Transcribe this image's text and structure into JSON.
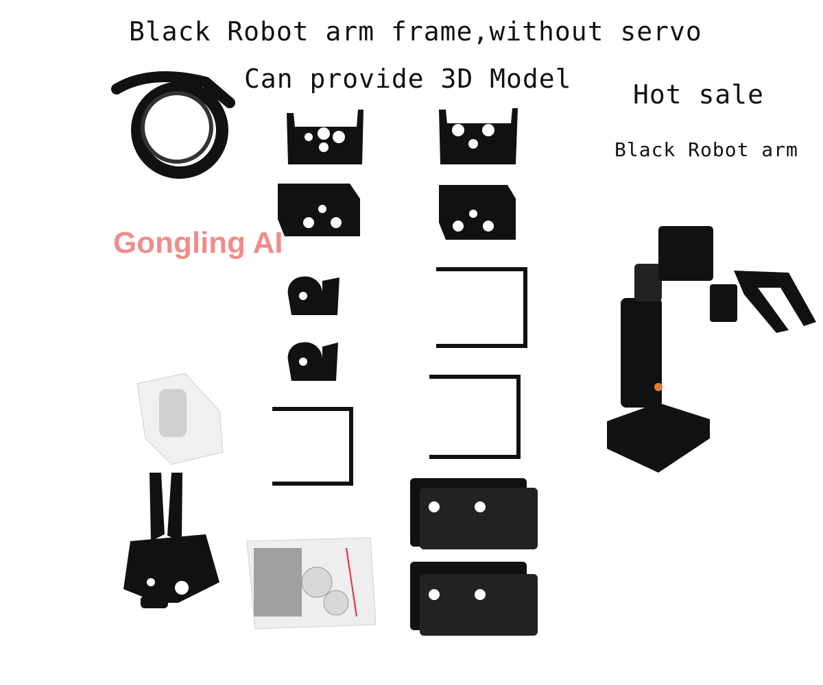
{
  "headline": "Black Robot arm frame,without servo",
  "subheadline": "Can provide 3D Model",
  "badge": "Hot sale",
  "caption": "Black Robot arm",
  "watermark": "Gongling AI",
  "colors": {
    "part": "#111111",
    "hole": "#ffffff",
    "watermark": "#f08080",
    "bag": "#e8e8e8"
  }
}
